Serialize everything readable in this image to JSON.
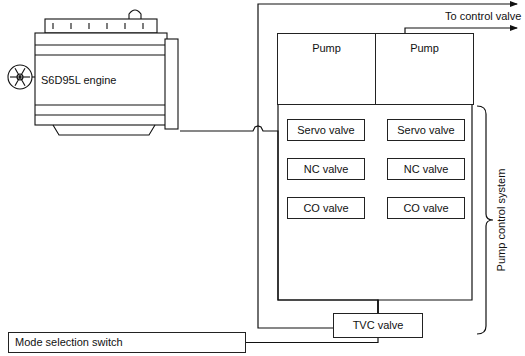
{
  "diagram": {
    "nodes": [
      {
        "text": [
          "S6D95L engine"
        ]
      },
      {
        "text": [
          "Pump"
        ]
      },
      {
        "text": [
          "Pump"
        ]
      },
      {
        "text": [
          "Servo valve"
        ]
      },
      {
        "text": [
          "Servo valve"
        ]
      },
      {
        "text": [
          "NC valve"
        ]
      },
      {
        "text": [
          "NC valve"
        ]
      },
      {
        "text": [
          "CO valve"
        ]
      },
      {
        "text": [
          "CO valve"
        ]
      },
      {
        "text": [
          "TVC valve"
        ]
      },
      {
        "text": [
          "Mode selection switch"
        ]
      }
    ],
    "edges": [
      {
        "from": 0,
        "to": 9,
        "arrow": "none"
      },
      {
        "from": 1,
        "to": 9,
        "arrow": "none"
      },
      {
        "from": 2,
        "to": 9,
        "arrow": "none"
      },
      {
        "from": 10,
        "to": 9,
        "arrow": "none"
      }
    ],
    "labels": [
      "To control valve",
      "Pump control system"
    ]
  }
}
